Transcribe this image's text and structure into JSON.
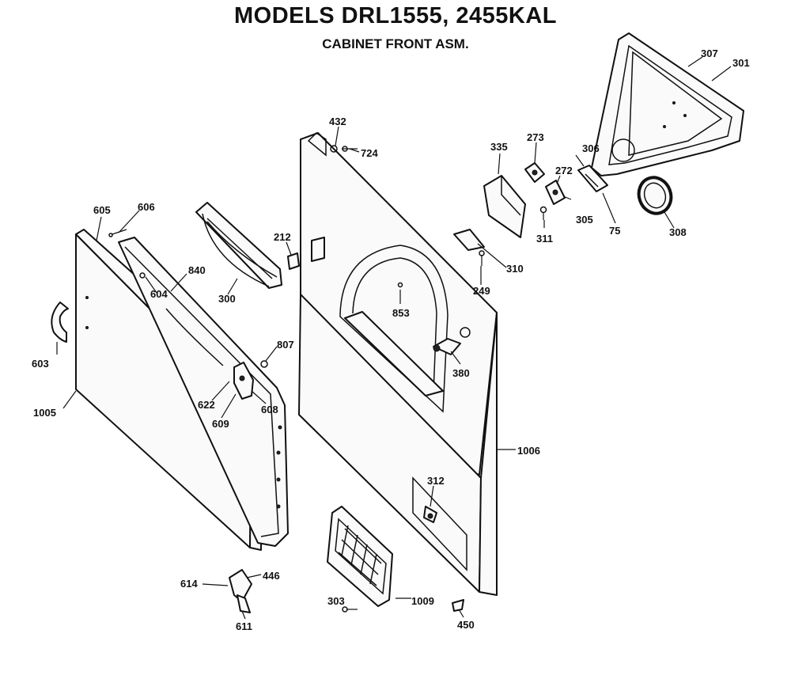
{
  "title": "MODELS DRL1555, 2455KAL",
  "subtitle": "CABINET FRONT ASM.",
  "part_labels": {
    "p432": "432",
    "p724": "724",
    "p335": "335",
    "p273": "273",
    "p272": "272",
    "p306": "306",
    "p305": "305",
    "p311": "311",
    "p307": "307",
    "p301": "301",
    "p75": "75",
    "p308": "308",
    "p605": "605",
    "p606": "606",
    "p212": "212",
    "p310": "310",
    "p249": "249",
    "p840": "840",
    "p604": "604",
    "p300": "300",
    "p853": "853",
    "p380": "380",
    "p807": "807",
    "p603": "603",
    "p1005": "1005",
    "p622": "622",
    "p609": "609",
    "p608": "608",
    "p1006": "1006",
    "p312": "312",
    "p614": "614",
    "p446": "446",
    "p611": "611",
    "p303": "303",
    "p1009": "1009",
    "p450": "450"
  }
}
